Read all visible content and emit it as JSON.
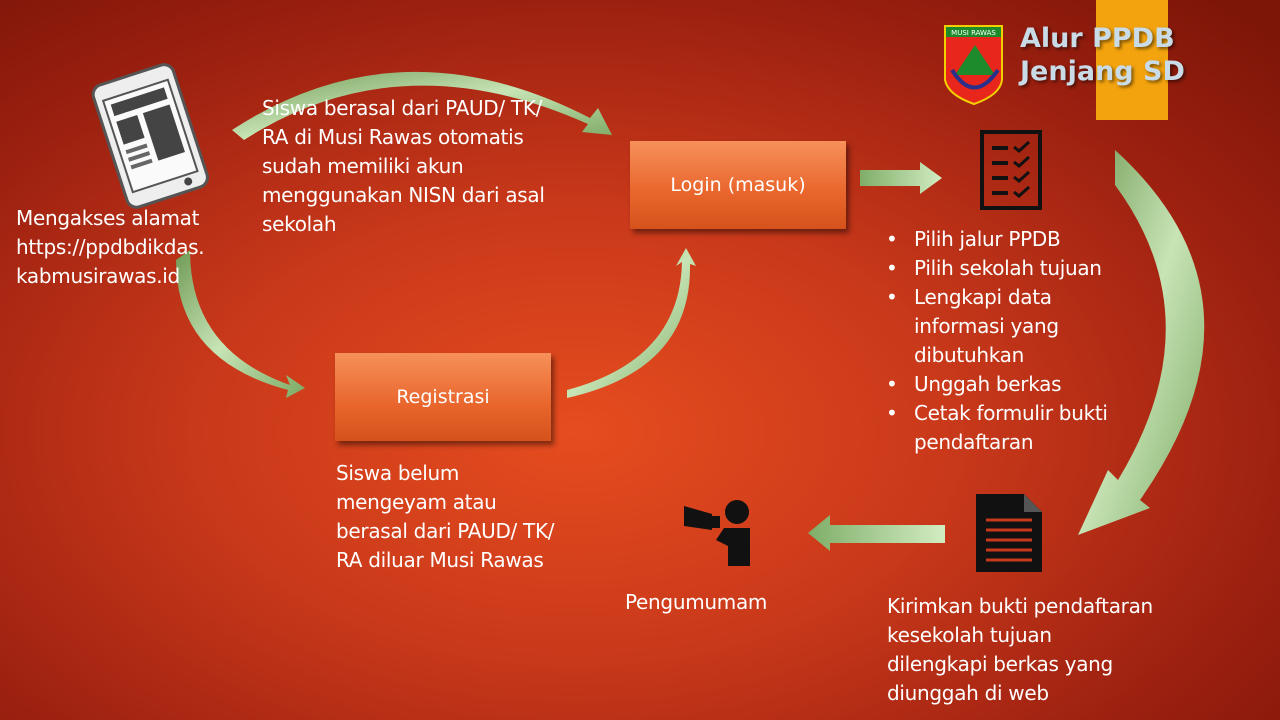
{
  "header": {
    "title_line1": "Alur PPDB",
    "title_line2": "Jenjang SD",
    "logo_text": "MUSI RAWAS",
    "accent_color": "#f3a30e"
  },
  "steps": {
    "access_text": [
      "Mengakses alamat",
      "https://ppdbdikdas.",
      "kabmusirawas.id"
    ],
    "existing_account_text": [
      "Siswa berasal dari PAUD/ TK/",
      "RA di Musi Rawas otomatis",
      "sudah memiliki akun",
      "menggunakan NISN dari asal",
      "sekolah"
    ],
    "login_label": "Login (masuk)",
    "register_label": "Registrasi",
    "new_student_text": [
      "Siswa belum",
      "mengeyam atau",
      "berasal dari PAUD/ TK/",
      "RA diluar  Musi Rawas"
    ],
    "checklist_items": [
      "Pilih jalur PPDB",
      "Pilih sekolah tujuan",
      "Lengkapi data informasi yang dibutuhkan",
      "Unggah berkas",
      "Cetak formulir bukti pendaftaran"
    ],
    "submit_text": [
      "Kirimkan bukti pendaftaran",
      "kesekolah tujuan",
      "dilengkapi berkas yang",
      "diunggah di web"
    ],
    "announcement_label": "Pengumumam"
  },
  "icons": [
    "smartphone-icon",
    "checklist-icon",
    "document-icon",
    "megaphone-person-icon",
    "logo-emblem"
  ],
  "colors": {
    "arrow": "#9ec98a",
    "box": "#ee7034"
  }
}
